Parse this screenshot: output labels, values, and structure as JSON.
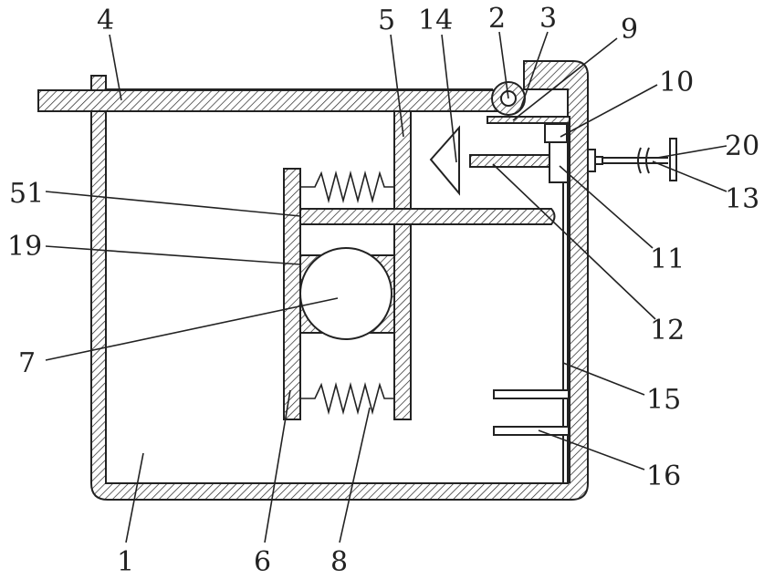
{
  "labels": {
    "n1": "1",
    "n2": "2",
    "n3": "3",
    "n4": "4",
    "n5": "5",
    "n6": "6",
    "n7": "7",
    "n8": "8",
    "n9": "9",
    "n10": "10",
    "n11": "11",
    "n12": "12",
    "n13": "13",
    "n14": "14",
    "n15": "15",
    "n16": "16",
    "n19": "19",
    "n20": "20",
    "n51": "51"
  },
  "colors": {
    "line": "#222222",
    "background": "#ffffff"
  }
}
